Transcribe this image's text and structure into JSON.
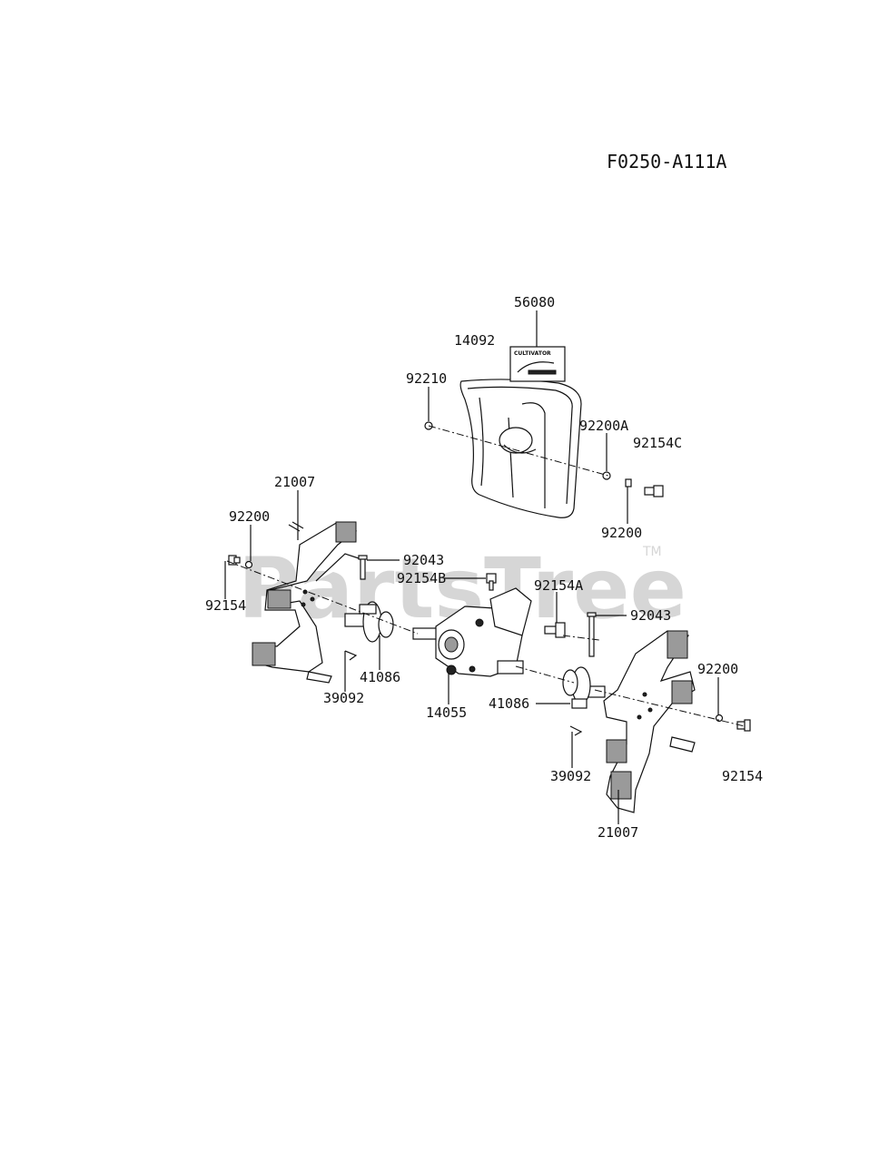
{
  "diagram": {
    "code": "F0250-A111A",
    "watermark": "PartsTree",
    "watermark_mark": "TM",
    "decal_text": "CULTIVATOR",
    "parts": [
      "56080",
      "14092",
      "92210",
      "92200A",
      "92154C",
      "92200",
      "21007",
      "92200",
      "92043",
      "92154B",
      "92154A",
      "92154",
      "92043",
      "41086",
      "39092",
      "14055",
      "41086",
      "92200",
      "39092",
      "92154",
      "21007"
    ]
  }
}
